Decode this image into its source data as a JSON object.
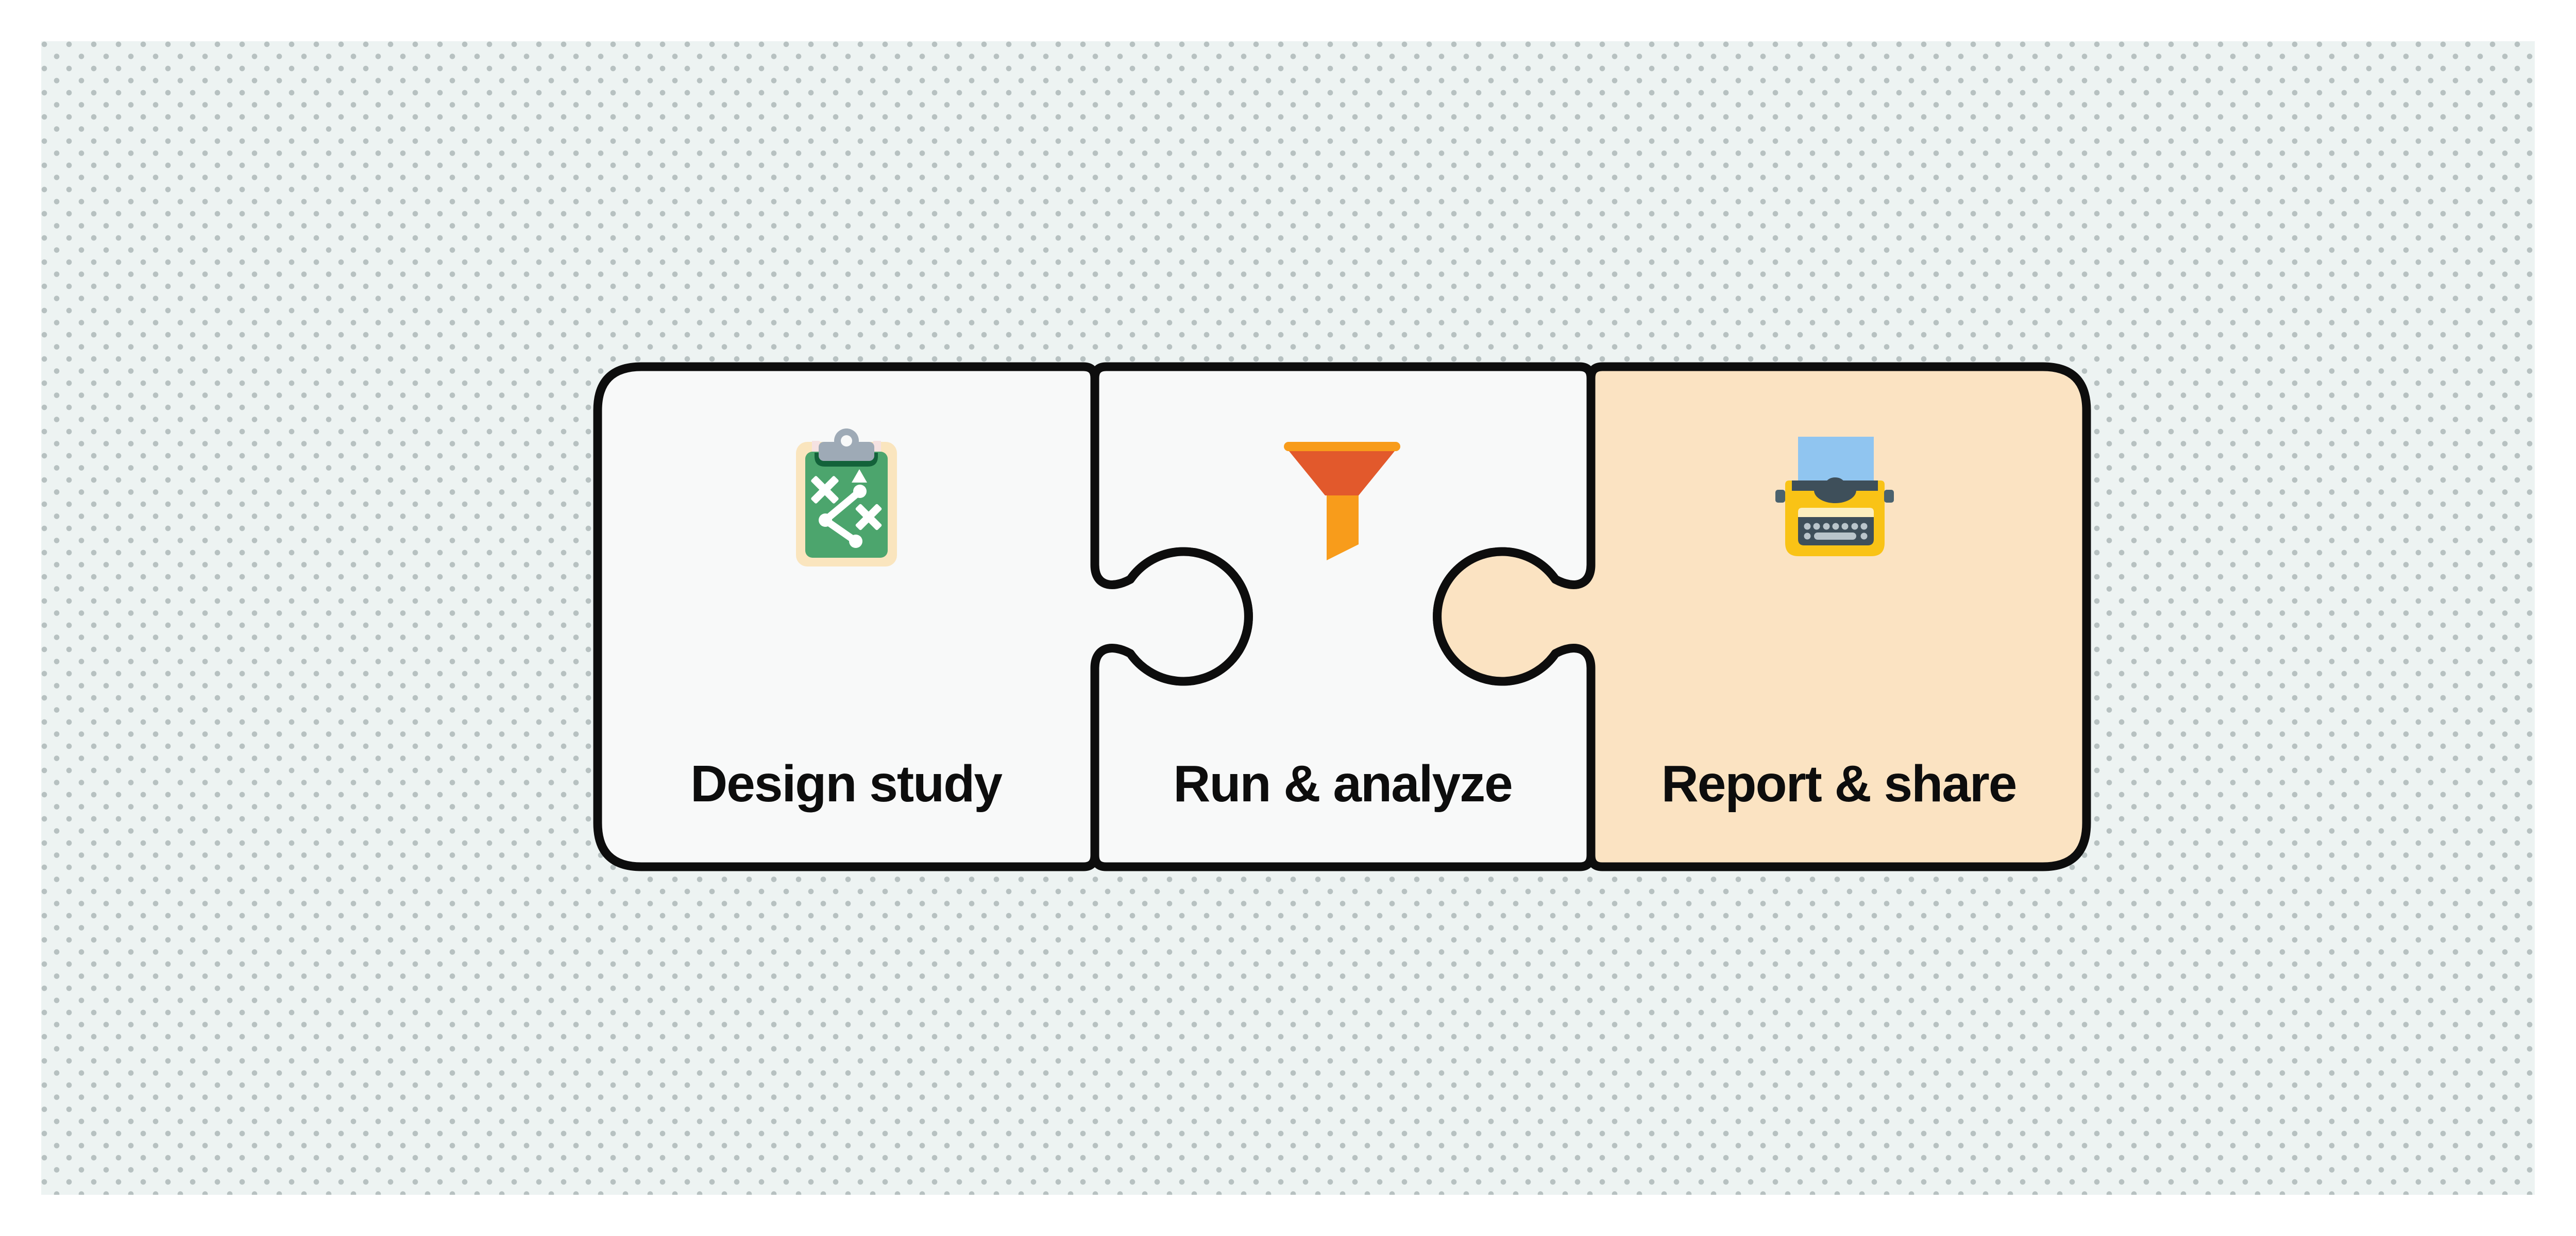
{
  "diagram": {
    "background": {
      "frame_color": "#FFFFFF",
      "base_color": "#EDF3F2",
      "dot_color": "#B7C1C1"
    },
    "outline_color": "#0D0D0D",
    "steps": [
      {
        "label": "Design study",
        "icon": "strategy-clipboard-icon",
        "fill": "#F8F9F9",
        "highlighted": false,
        "icon_colors": {
          "board_backing": "#FAE5BE",
          "board": "#4CA56D",
          "clip_recess": "#13623A",
          "clip": "#9EAAB6",
          "marks": "#FFFFFF",
          "side_tabs": "#F6E2E2"
        }
      },
      {
        "label": "Run & analyze",
        "icon": "funnel-icon",
        "fill": "#F8F9F9",
        "highlighted": false,
        "icon_colors": {
          "rim_and_stem": "#F89C1B",
          "cone": "#E2592C"
        }
      },
      {
        "label": "Report & share",
        "icon": "typewriter-icon",
        "fill": "#FBE3C2",
        "highlighted": true,
        "icon_colors": {
          "body": "#F9C316",
          "paper": "#90C5F0",
          "carriage": "#3E4F5A",
          "paper_slot": "#FCEEBE",
          "keys": "#B9C5CB",
          "knobs": "#4A626E"
        }
      }
    ]
  }
}
